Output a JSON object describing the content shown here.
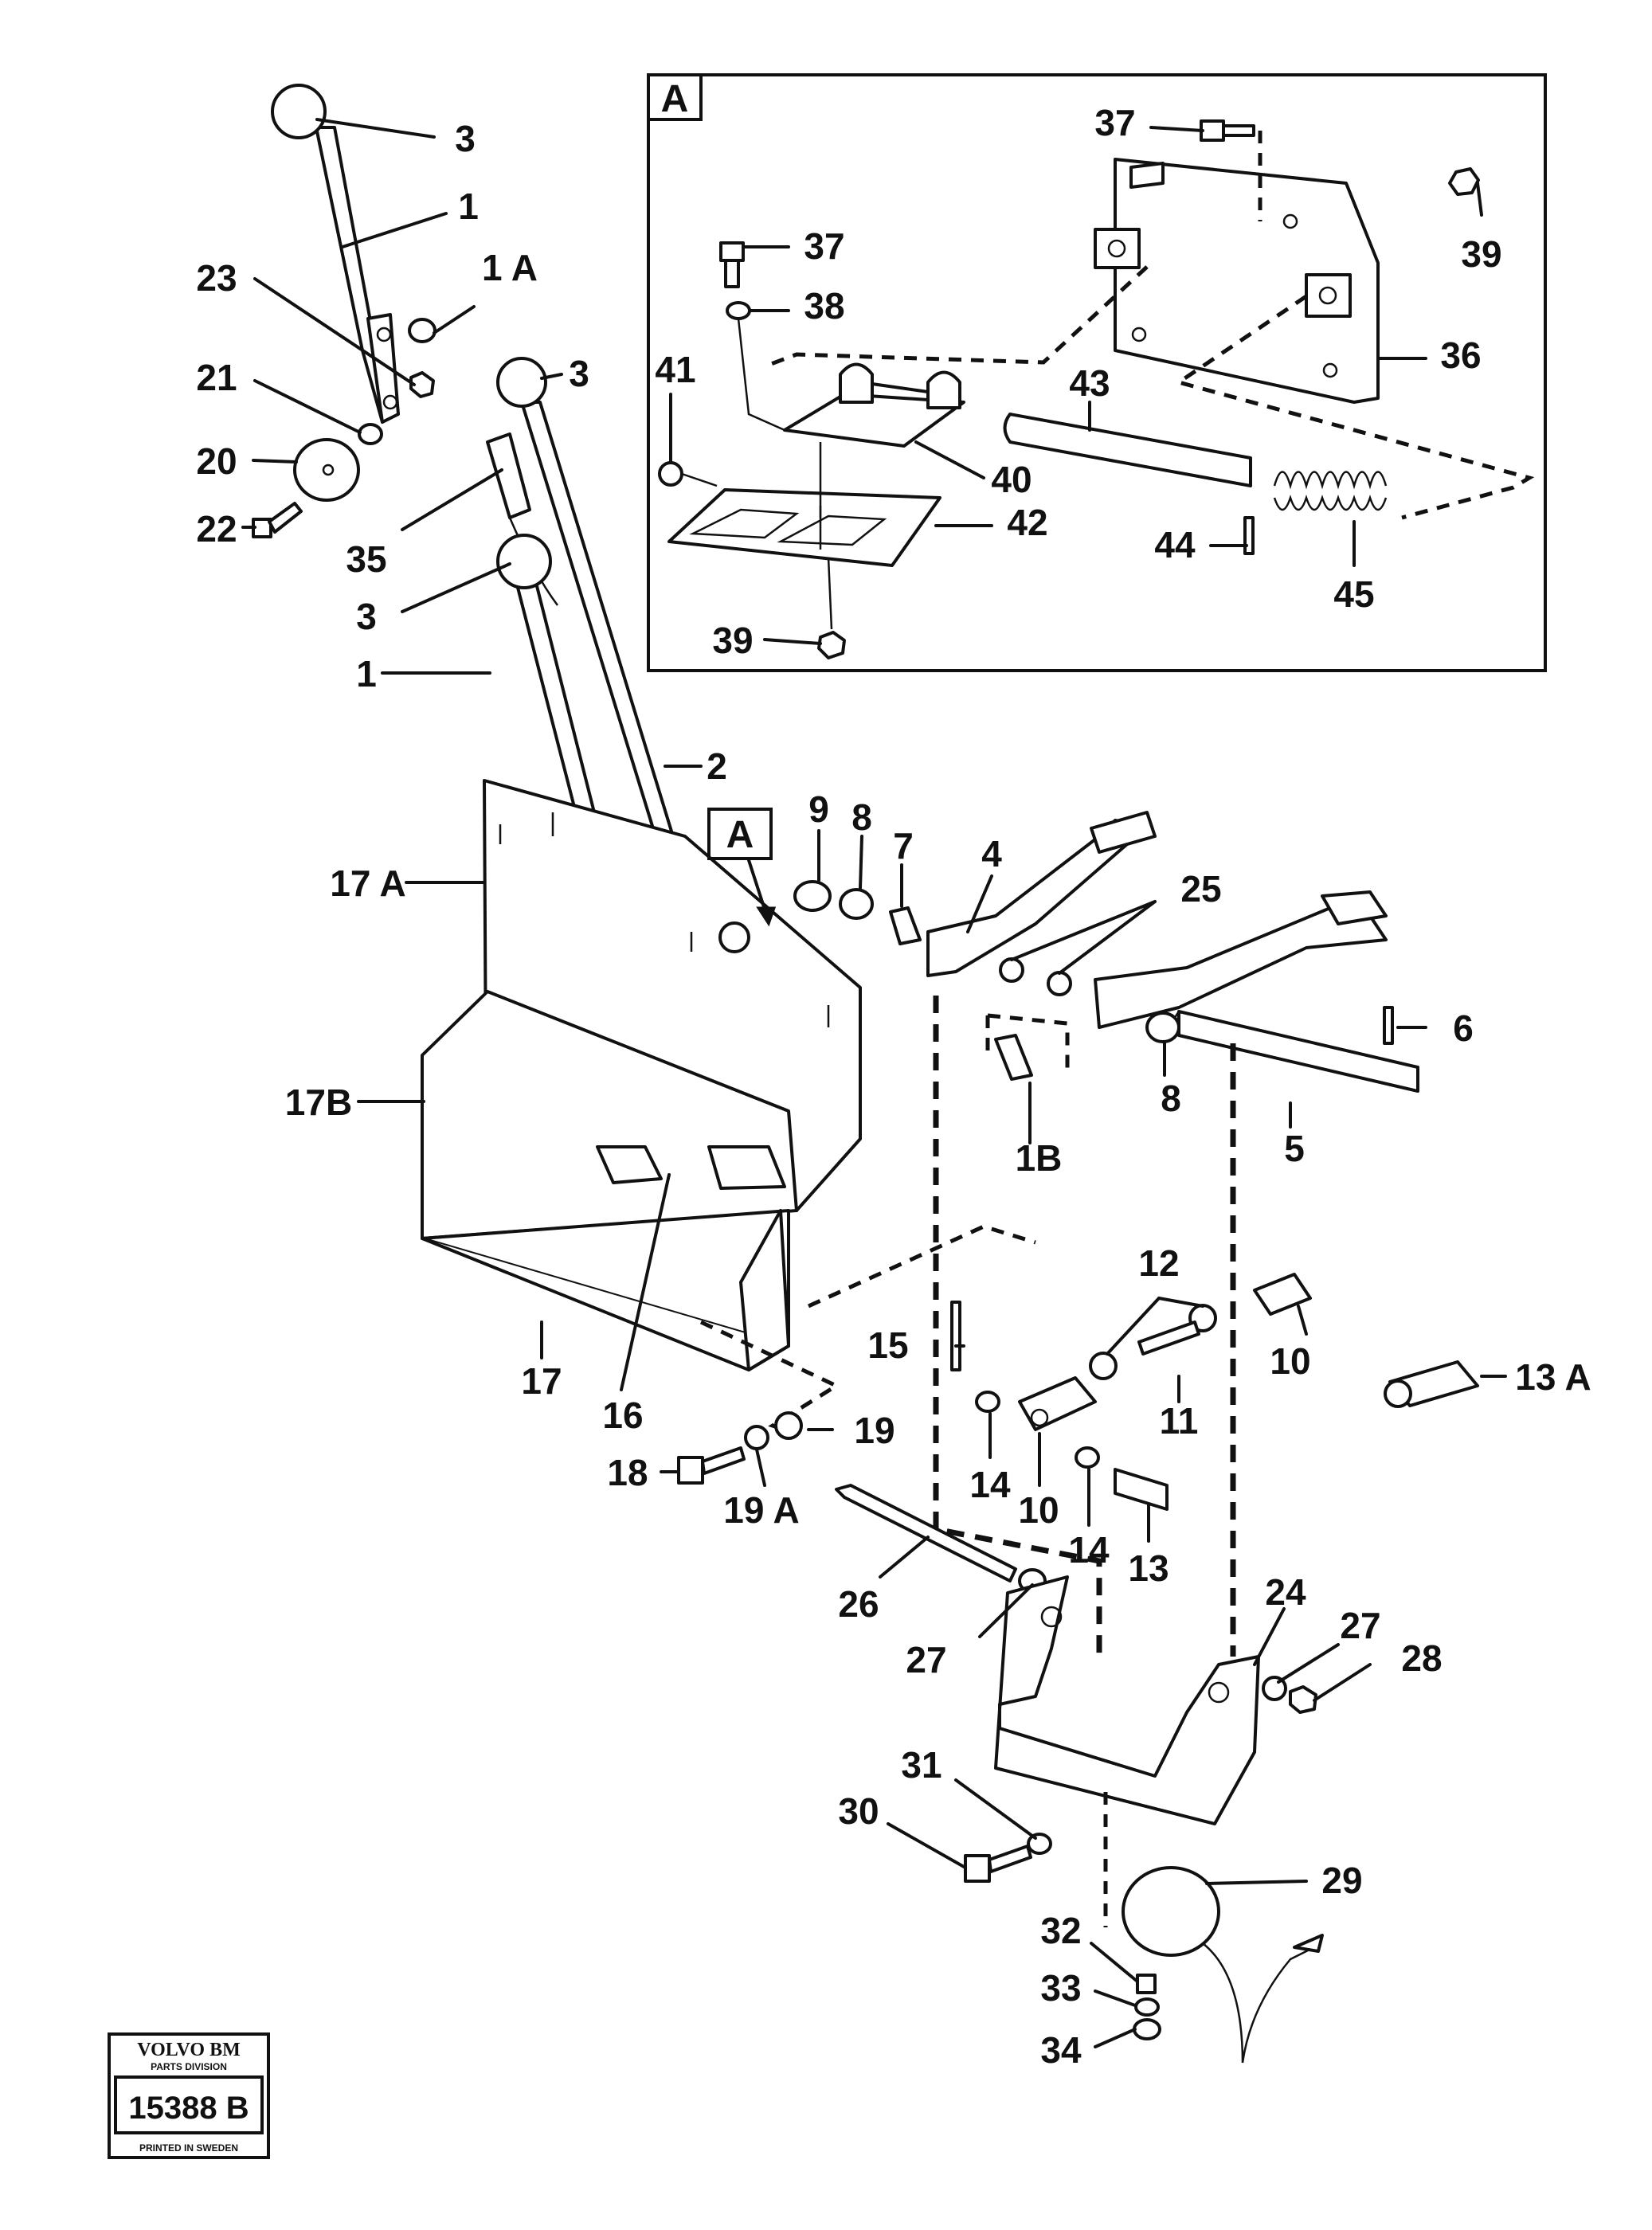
{
  "inset": {
    "letter": "A"
  },
  "reference_marker": {
    "letter": "A"
  },
  "callouts": [
    {
      "id": "c-3a",
      "text": "3"
    },
    {
      "id": "c-1a",
      "text": "1"
    },
    {
      "id": "c-1A",
      "text": "1 A"
    },
    {
      "id": "c-23",
      "text": "23"
    },
    {
      "id": "c-21",
      "text": "21"
    },
    {
      "id": "c-20",
      "text": "20"
    },
    {
      "id": "c-22",
      "text": "22"
    },
    {
      "id": "c-3b",
      "text": "3"
    },
    {
      "id": "c-35",
      "text": "35"
    },
    {
      "id": "c-3c",
      "text": "3"
    },
    {
      "id": "c-1b",
      "text": "1"
    },
    {
      "id": "c-2",
      "text": "2"
    },
    {
      "id": "c-17A",
      "text": "17 A"
    },
    {
      "id": "c-17B",
      "text": "17B"
    },
    {
      "id": "c-17",
      "text": "17"
    },
    {
      "id": "c-16",
      "text": "16"
    },
    {
      "id": "c-18",
      "text": "18"
    },
    {
      "id": "c-19A",
      "text": "19 A"
    },
    {
      "id": "c-19",
      "text": "19"
    },
    {
      "id": "c-9",
      "text": "9"
    },
    {
      "id": "c-8a",
      "text": "8"
    },
    {
      "id": "c-7",
      "text": "7"
    },
    {
      "id": "c-4",
      "text": "4"
    },
    {
      "id": "c-25",
      "text": "25"
    },
    {
      "id": "c-6",
      "text": "6"
    },
    {
      "id": "c-1B",
      "text": "1B"
    },
    {
      "id": "c-8b",
      "text": "8"
    },
    {
      "id": "c-5",
      "text": "5"
    },
    {
      "id": "c-12",
      "text": "12"
    },
    {
      "id": "c-15",
      "text": "15"
    },
    {
      "id": "c-11",
      "text": "11"
    },
    {
      "id": "c-10a",
      "text": "10"
    },
    {
      "id": "c-13A",
      "text": "13 A"
    },
    {
      "id": "c-14a",
      "text": "14"
    },
    {
      "id": "c-10b",
      "text": "10"
    },
    {
      "id": "c-14b",
      "text": "14"
    },
    {
      "id": "c-13",
      "text": "13"
    },
    {
      "id": "c-26",
      "text": "26"
    },
    {
      "id": "c-27a",
      "text": "27"
    },
    {
      "id": "c-24",
      "text": "24"
    },
    {
      "id": "c-27b",
      "text": "27"
    },
    {
      "id": "c-28",
      "text": "28"
    },
    {
      "id": "c-31",
      "text": "31"
    },
    {
      "id": "c-30",
      "text": "30"
    },
    {
      "id": "c-29",
      "text": "29"
    },
    {
      "id": "c-32",
      "text": "32"
    },
    {
      "id": "c-33",
      "text": "33"
    },
    {
      "id": "c-34",
      "text": "34"
    },
    {
      "id": "c-37a",
      "text": "37"
    },
    {
      "id": "c-39a",
      "text": "39"
    },
    {
      "id": "c-37b",
      "text": "37"
    },
    {
      "id": "c-38",
      "text": "38"
    },
    {
      "id": "c-36",
      "text": "36"
    },
    {
      "id": "c-41",
      "text": "41"
    },
    {
      "id": "c-43",
      "text": "43"
    },
    {
      "id": "c-40",
      "text": "40"
    },
    {
      "id": "c-42",
      "text": "42"
    },
    {
      "id": "c-44",
      "text": "44"
    },
    {
      "id": "c-45",
      "text": "45"
    },
    {
      "id": "c-39b",
      "text": "39"
    }
  ],
  "logo": {
    "brand": "VOLVO BM",
    "division": "PARTS DIVISION",
    "number": "15388 B",
    "footer": "PRINTED IN SWEDEN"
  }
}
